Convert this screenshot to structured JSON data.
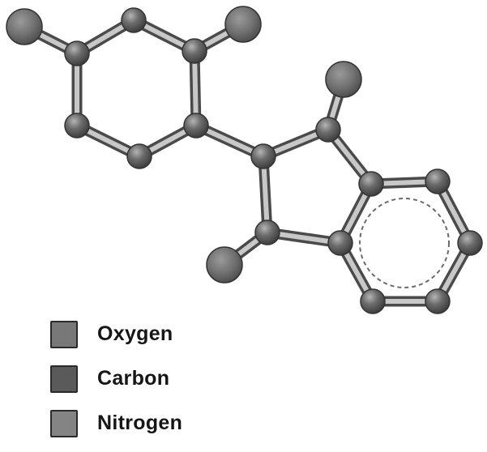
{
  "legend": {
    "items": [
      {
        "key": "oxygen",
        "label": "Oxygen",
        "color": "#787878"
      },
      {
        "key": "carbon",
        "label": "Carbon",
        "color": "#5a5a5a"
      },
      {
        "key": "nitrogen",
        "label": "Nitrogen",
        "color": "#848484"
      }
    ]
  },
  "colors": {
    "atom_fill": "#6e6e6e",
    "bond_fill": "#c8c8c8",
    "bond_edge": "#4a4a4a",
    "oxygen_fill": "#747474",
    "nitrogen_fill": "#7e7e7e"
  }
}
